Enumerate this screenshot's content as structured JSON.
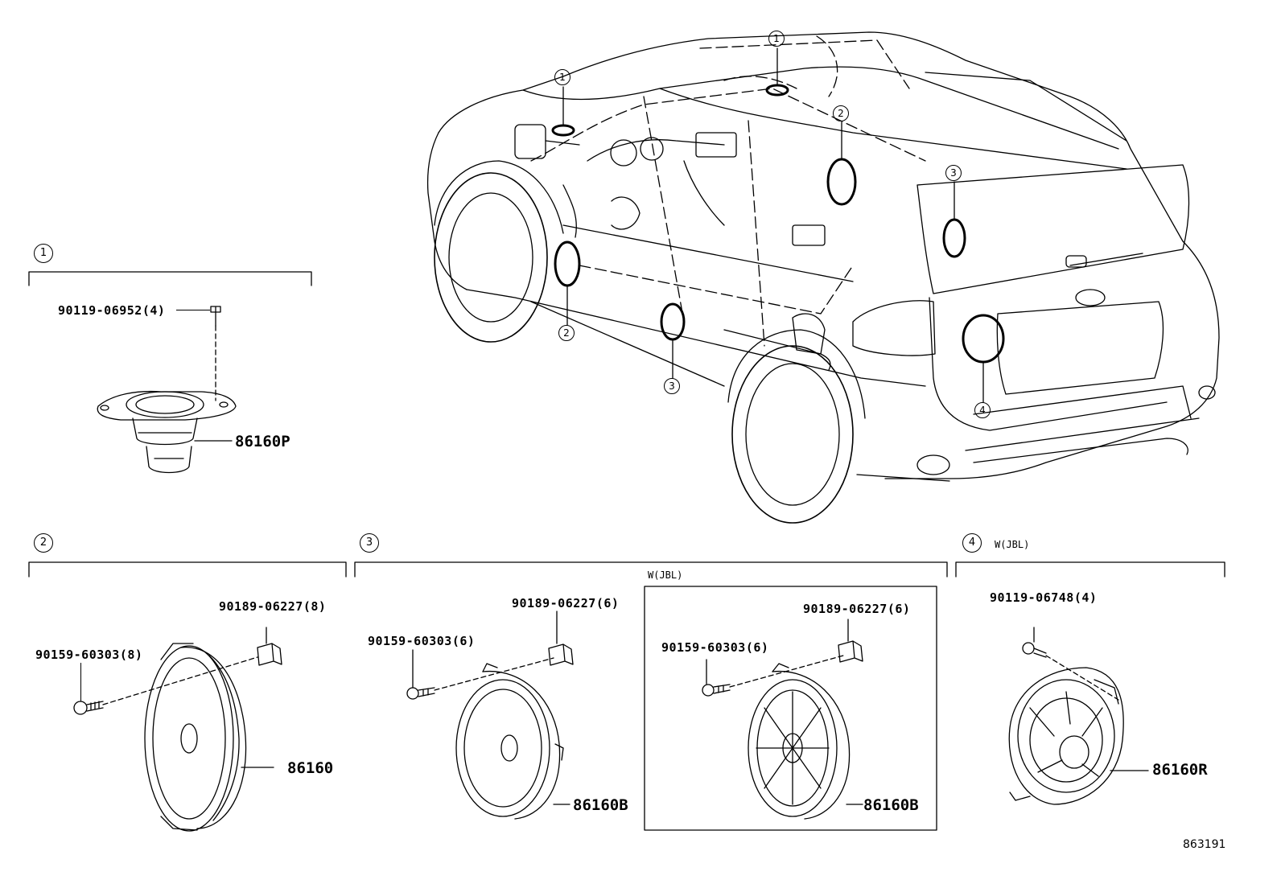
{
  "diagram_ref": "863191",
  "callouts": {
    "car_1a": "1",
    "car_1b": "1",
    "car_2a": "2",
    "car_2b": "2",
    "car_3a": "3",
    "car_3b": "3",
    "car_4": "4"
  },
  "groups": {
    "g1": {
      "index": "1",
      "bolt_part": "90119-06952(4)",
      "speaker_part": "86160P"
    },
    "g2": {
      "index": "2",
      "nut_part": "90189-06227(8)",
      "screw_part": "90159-60303(8)",
      "speaker_part": "86160"
    },
    "g3": {
      "index": "3",
      "variant_label": "W(JBL)",
      "std_nut_part": "90189-06227(6)",
      "std_screw_part": "90159-60303(6)",
      "std_speaker_part": "86160B",
      "jbl_nut_part": "90189-06227(6)",
      "jbl_screw_part": "90159-60303(6)",
      "jbl_speaker_part": "86160B"
    },
    "g4": {
      "index": "4",
      "variant_label": "W(JBL)",
      "bolt_part": "90119-06748(4)",
      "speaker_part": "86160R"
    }
  }
}
